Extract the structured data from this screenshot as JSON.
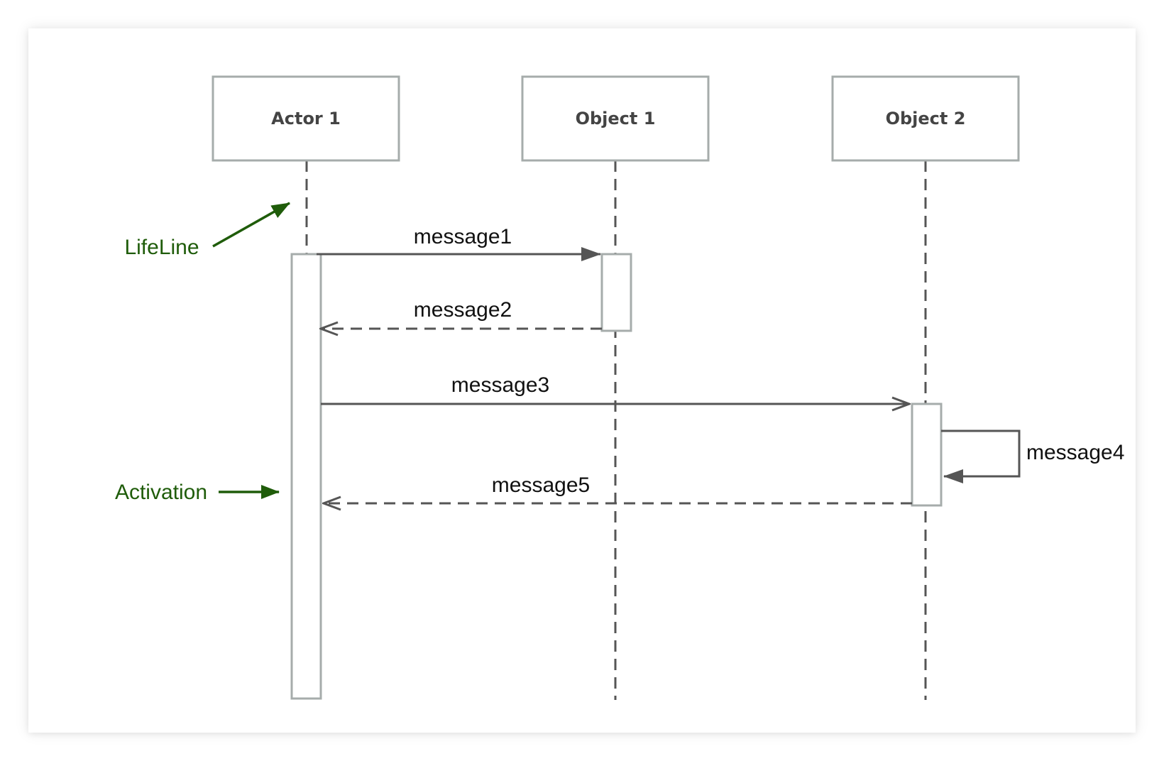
{
  "participants": [
    {
      "label": "Actor 1"
    },
    {
      "label": "Object 1"
    },
    {
      "label": "Object 2"
    }
  ],
  "messages": [
    {
      "label": "message1",
      "type": "sync"
    },
    {
      "label": "message2",
      "type": "return"
    },
    {
      "label": "message3",
      "type": "open"
    },
    {
      "label": "message4",
      "type": "self"
    },
    {
      "label": "message5",
      "type": "return"
    }
  ],
  "annotations": {
    "lifeline": "LifeLine",
    "activation": "Activation",
    "color": "#1f5c0a"
  },
  "colors": {
    "box_stroke": "#a6acab",
    "line": "#555555"
  }
}
